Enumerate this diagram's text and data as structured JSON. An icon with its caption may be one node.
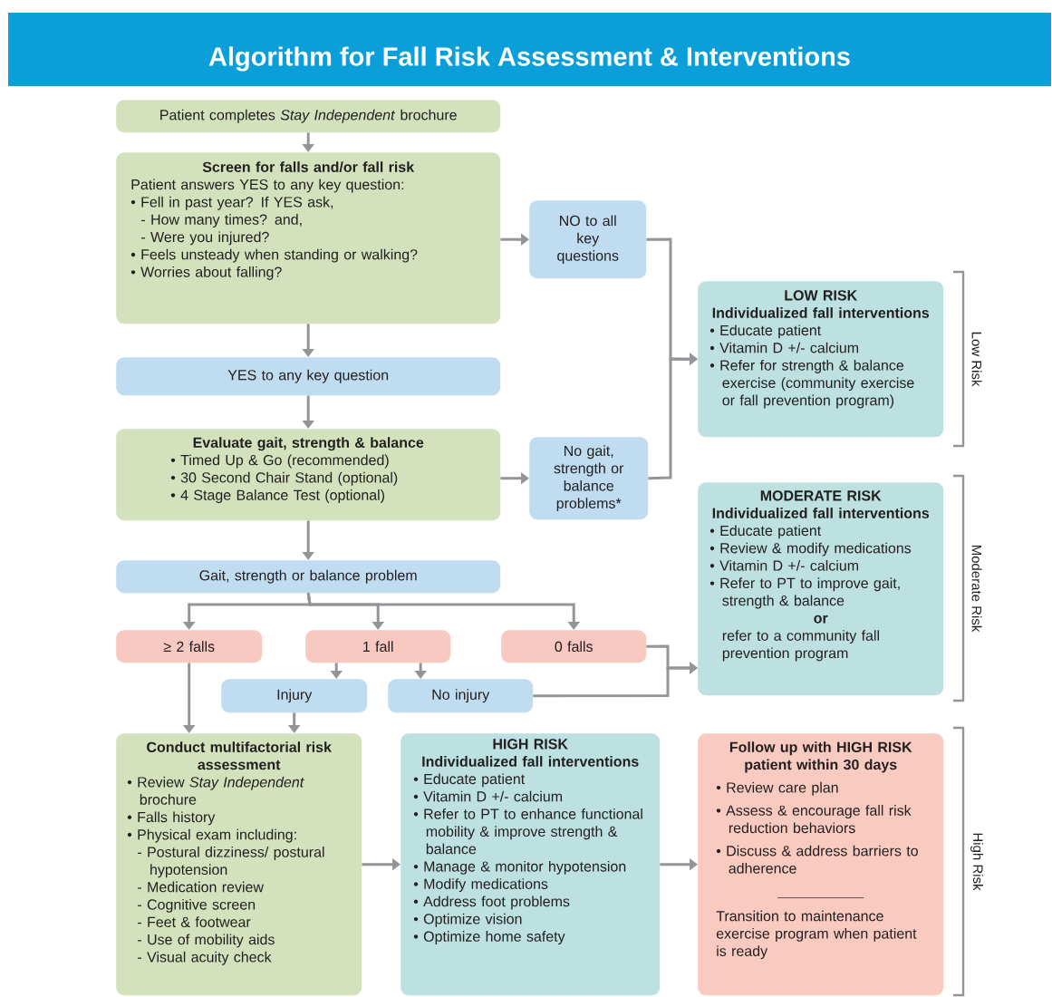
{
  "diagram": {
    "title": "Algorithm for Fall Risk Assessment & Interventions",
    "nodes": [
      {
        "text": [
          "Patient completes *Stay Independent* brochure"
        ]
      },
      {
        "text": [
          "Screen for falls and/or fall risk",
          "Patient answers YES to any key question:",
          "• Fell in past year? If YES ask,",
          "- How many times? and,",
          "- Were you injured?",
          "• Feels unsteady when standing or walking?",
          "• Worries about falling?"
        ]
      },
      {
        "text": [
          "NO to all key questions"
        ]
      },
      {
        "text": [
          "YES to any key question"
        ]
      },
      {
        "text": [
          "Evaluate gait, strength & balance",
          "• Timed Up & Go (recommended)",
          "• 30 Second Chair Stand (optional)",
          "• 4 Stage Balance Test (optional)"
        ]
      },
      {
        "text": [
          "No gait, strength or balance problems*"
        ]
      },
      {
        "text": [
          "LOW RISK",
          "Individualized fall interventions",
          "• Educate patient",
          "• Vitamin D +/- calcium",
          "• Refer for strength & balance exercise (community exercise or fall prevention program)"
        ]
      },
      {
        "text": [
          "Gait, strength or balance problem"
        ]
      },
      {
        "text": [
          "≥ 2 falls"
        ]
      },
      {
        "text": [
          "1 fall"
        ]
      },
      {
        "text": [
          "0 falls"
        ]
      },
      {
        "text": [
          "MODERATE RISK",
          "Individualized fall interventions",
          "• Educate patient",
          "• Review & modify medications",
          "• Vitamin D +/- calcium",
          "• Refer to PT to improve gait, strength & balance",
          "or",
          "refer to a community fall prevention program"
        ]
      },
      {
        "text": [
          "Injury"
        ]
      },
      {
        "text": [
          "No injury"
        ]
      },
      {
        "text": [
          "Conduct multifactorial risk assessment",
          "• Review *Stay Independent* brochure",
          "• Falls history",
          "• Physical exam including:",
          "- Postural dizziness/ postural hypotension",
          "- Medication review",
          "- Cognitive screen",
          "- Feet & footwear",
          "- Use of mobility aids",
          "- Visual acuity check"
        ]
      },
      {
        "text": [
          "HIGH RISK",
          "Individualized fall interventions",
          "• Educate patient",
          "• Vitamin D +/- calcium",
          "• Refer to PT to enhance functional mobility & improve strength & balance",
          "• Manage & monitor hypotension",
          "• Modify medications",
          "• Address foot problems",
          "• Optimize vision",
          "• Optimize home safety"
        ]
      },
      {
        "text": [
          "Follow up with HIGH RISK patient within 30 days",
          "• Review care plan",
          "• Assess & encourage fall risk reduction behaviors",
          "• Discuss & address barriers to adherence",
          "Transition to maintenance exercise program when patient is ready"
        ]
      }
    ],
    "edges": [
      {
        "from": 0,
        "to": 1,
        "arrow": "to"
      },
      {
        "from": 1,
        "to": 2,
        "arrow": "to"
      },
      {
        "from": 1,
        "to": 3,
        "arrow": "to"
      },
      {
        "from": 3,
        "to": 4,
        "arrow": "to"
      },
      {
        "from": 4,
        "to": 5,
        "arrow": "to"
      },
      {
        "from": 2,
        "to": 6,
        "arrow": "to"
      },
      {
        "from": 5,
        "to": 6,
        "arrow": "to"
      },
      {
        "from": 4,
        "to": 7,
        "arrow": "to"
      },
      {
        "from": 7,
        "to": 8,
        "arrow": "to"
      },
      {
        "from": 7,
        "to": 9,
        "arrow": "to"
      },
      {
        "from": 7,
        "to": 10,
        "arrow": "to"
      },
      {
        "from": 8,
        "to": 14,
        "arrow": "to"
      },
      {
        "from": 9,
        "to": 12,
        "arrow": "to"
      },
      {
        "from": 9,
        "to": 13,
        "arrow": "to"
      },
      {
        "from": 12,
        "to": 14,
        "arrow": "to"
      },
      {
        "from": 10,
        "to": 11,
        "arrow": "to"
      },
      {
        "from": 13,
        "to": 11,
        "arrow": "to"
      },
      {
        "from": 14,
        "to": 15,
        "arrow": "to"
      },
      {
        "from": 15,
        "to": 16,
        "arrow": "to"
      }
    ],
    "labels": [
      "Low Risk",
      "Moderate Risk",
      "High Risk"
    ]
  }
}
